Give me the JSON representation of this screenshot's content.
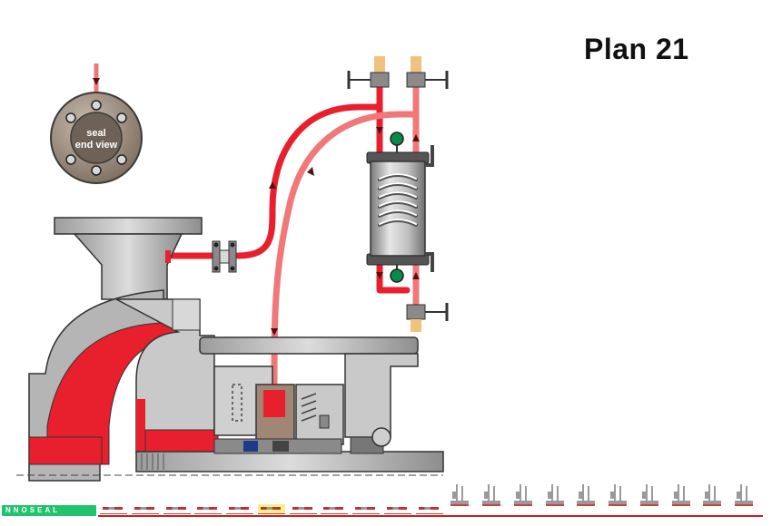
{
  "title": "Plan 21",
  "seal_view_label_line1": "seal",
  "seal_view_label_line2": "end view",
  "brand_text": "NNOSEAL",
  "colors": {
    "hot_flush": "#e8202e",
    "cooled_flush": "#f07878",
    "metal": "#bdbdbd",
    "metal_dark": "#6e6e6e",
    "valve_fitting": "#f1c27d",
    "gauge": "#0a8a4a",
    "brand": "#22c36e"
  },
  "icons": [
    "seal-end-view-icon",
    "valve-icon",
    "gauge-icon",
    "cooler-coil-icon",
    "flow-arrow-icon"
  ],
  "nav_thumbnail_count": 21,
  "nav_active_index": 5
}
